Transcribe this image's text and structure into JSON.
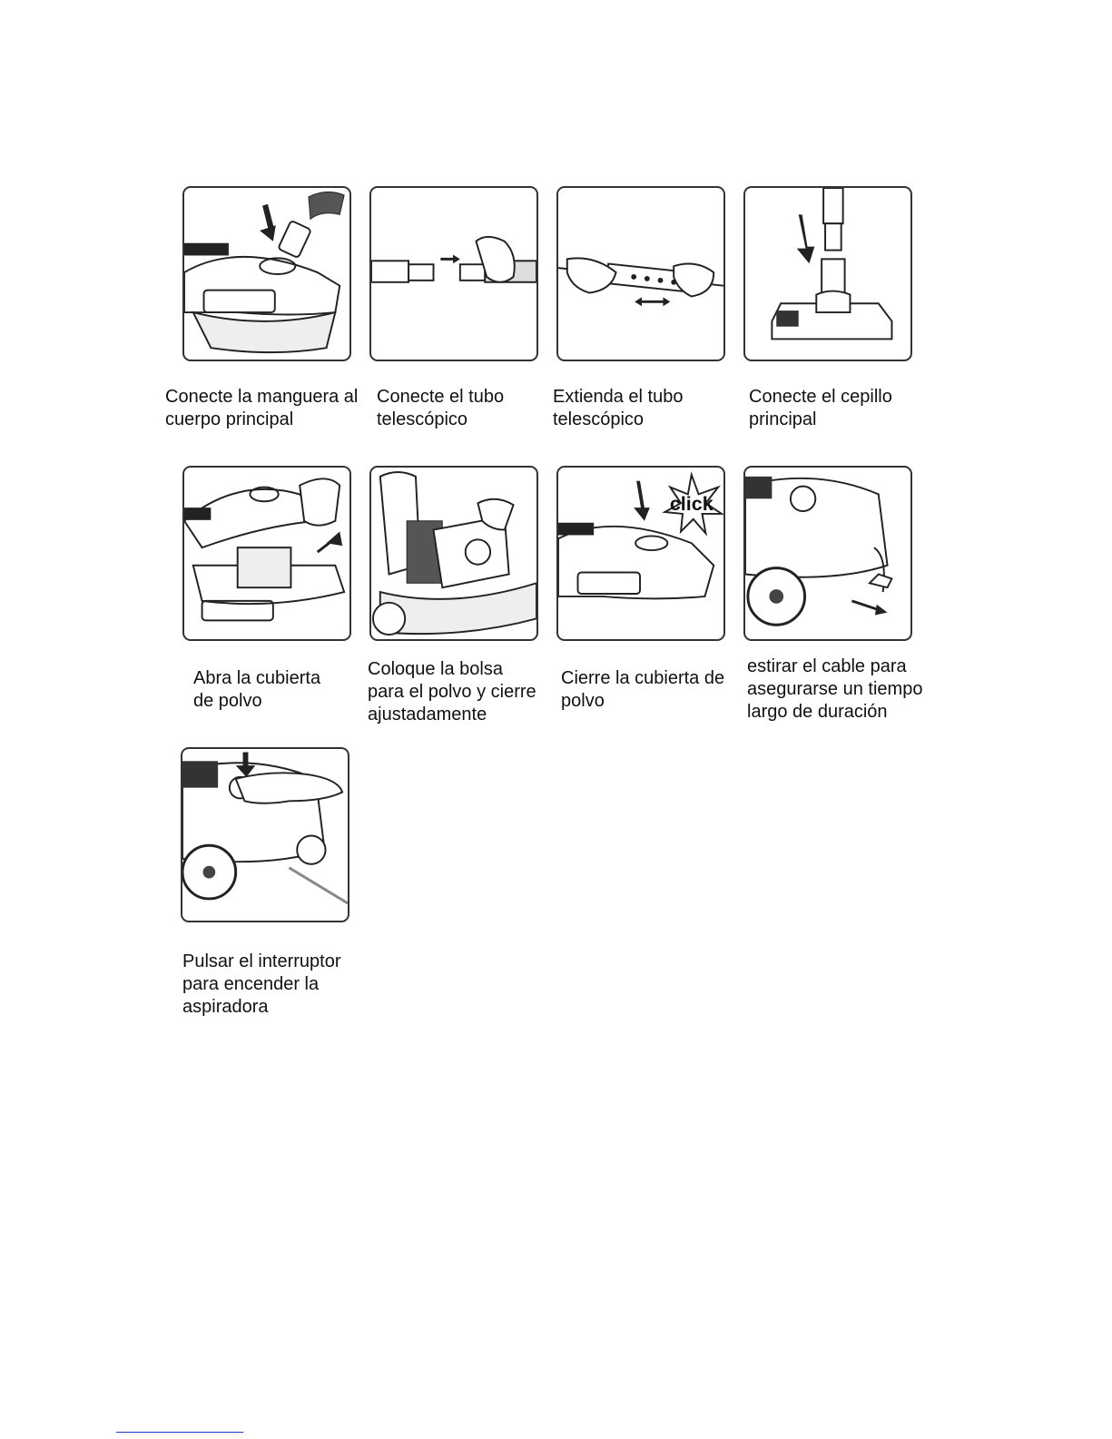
{
  "steps": [
    {
      "caption": "Conecte la manguera al\ncuerpo principal",
      "icon": "hose-connect-icon"
    },
    {
      "caption": "Conecte el tubo\ntelescópico",
      "icon": "tube-connect-icon"
    },
    {
      "caption": "Extienda el tubo\ntelescópico",
      "icon": "tube-extend-icon"
    },
    {
      "caption": "Conecte el cepillo\nprincipal",
      "icon": "brush-connect-icon"
    },
    {
      "caption": "Abra la cubierta\nde polvo",
      "icon": "open-cover-icon"
    },
    {
      "caption": "Coloque la bolsa\npara el polvo y cierre\najustadamente",
      "icon": "insert-bag-icon"
    },
    {
      "caption": "Cierre la cubierta de\npolvo",
      "icon": "close-cover-icon"
    },
    {
      "caption": "estirar el cable para\nasegurarse un tiempo\nlargo de duración",
      "icon": "pull-cable-icon"
    },
    {
      "caption": "Pulsar el interruptor\npara encender la\naspiradora",
      "icon": "power-switch-icon"
    }
  ],
  "click_label": "click"
}
